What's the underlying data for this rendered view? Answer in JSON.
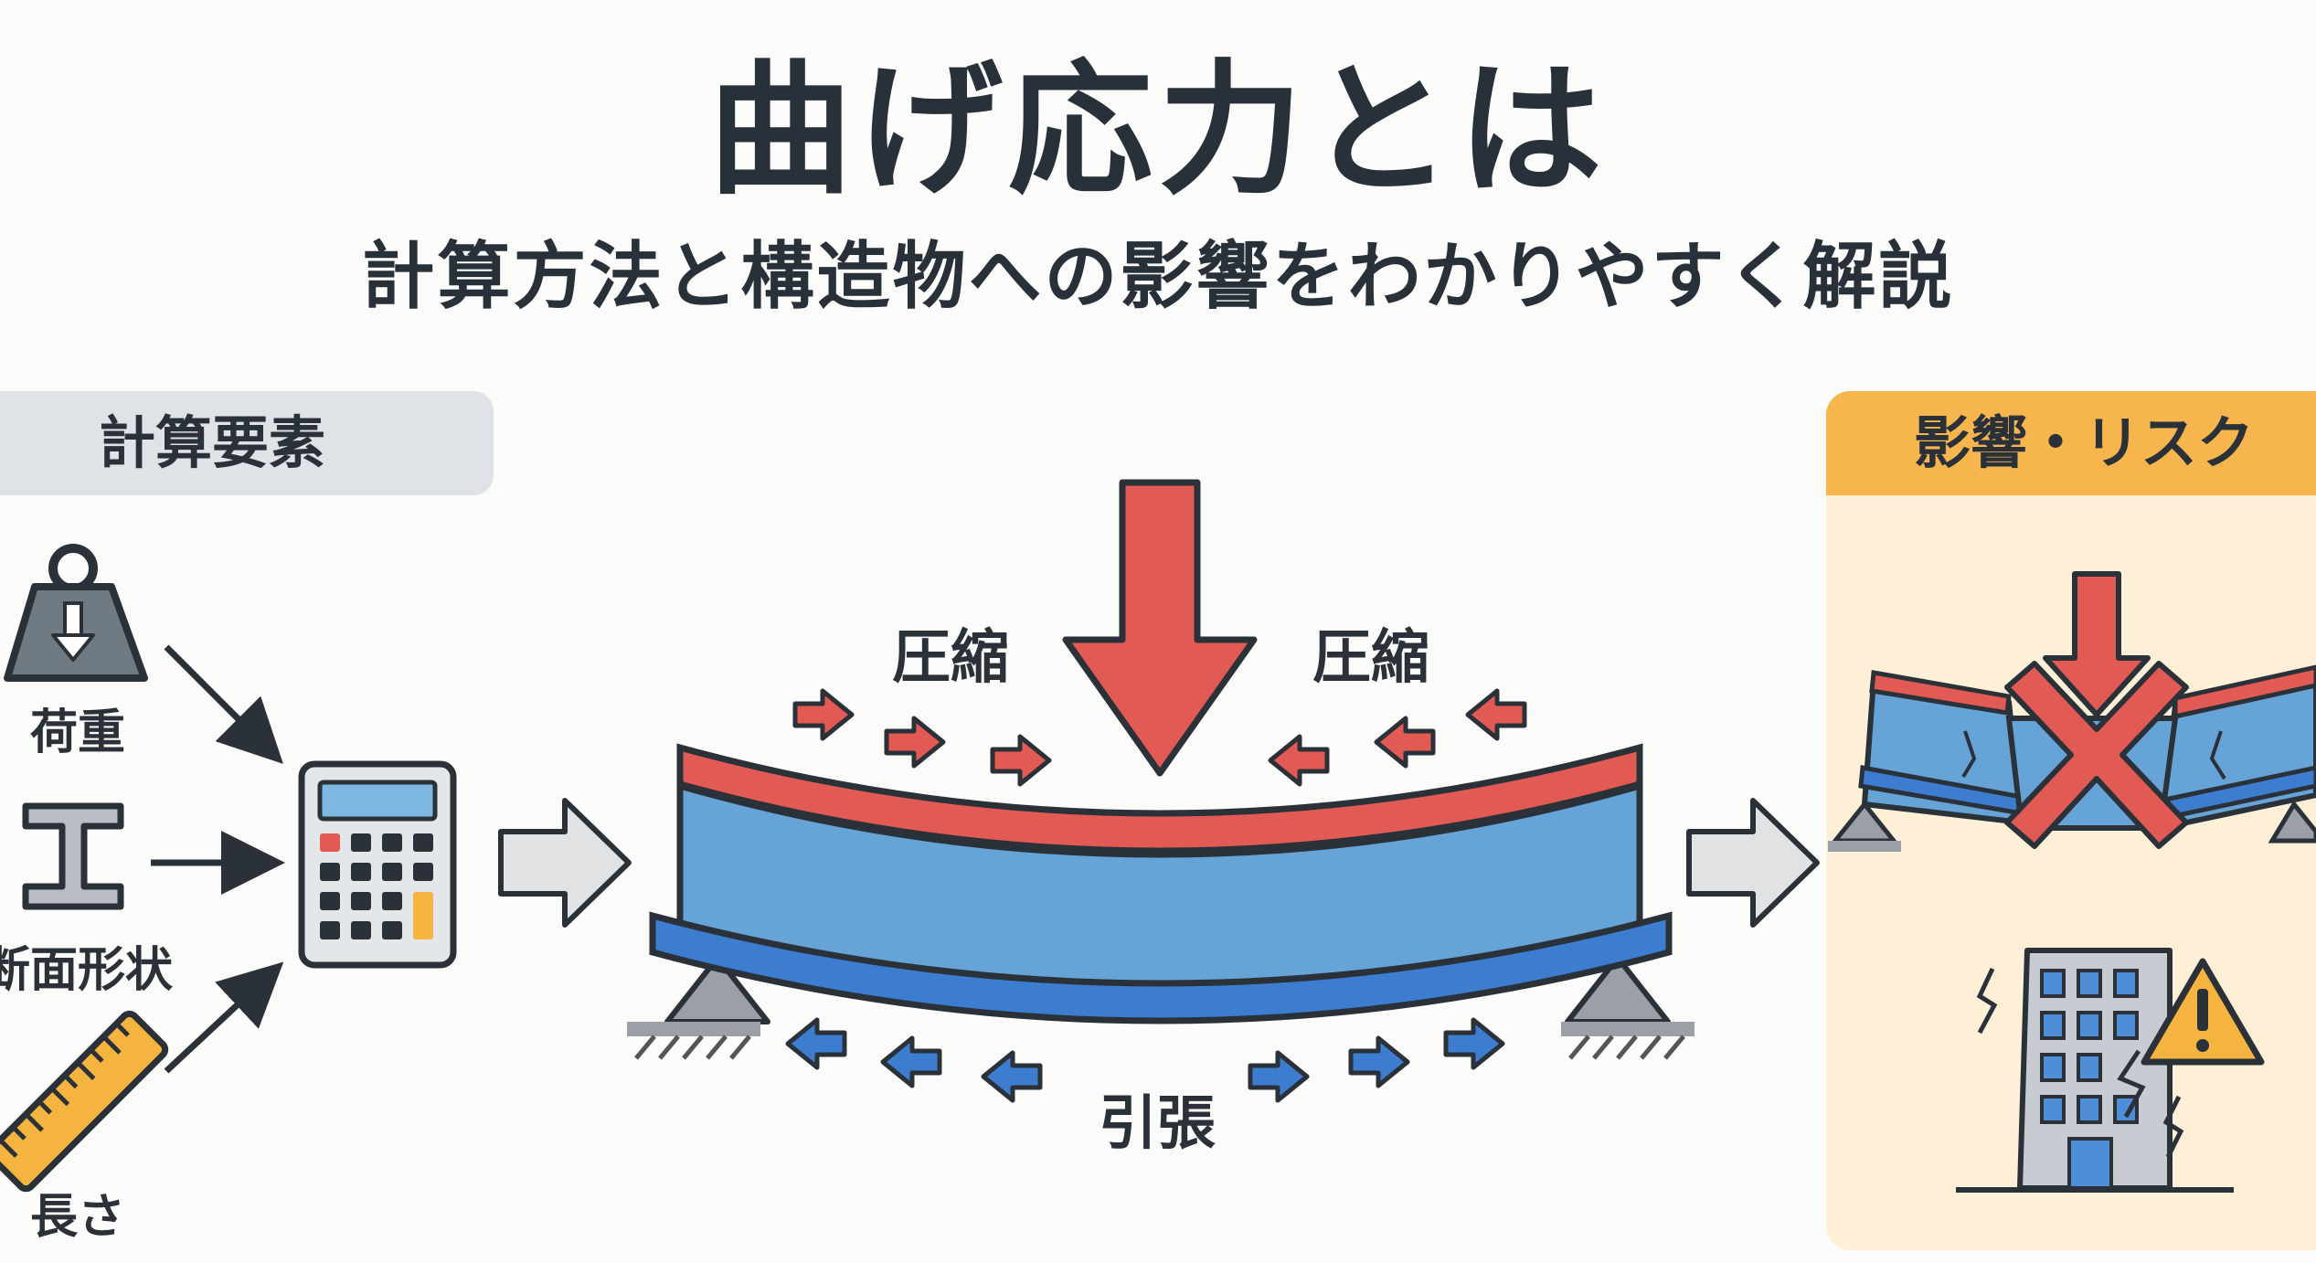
{
  "title": "曲げ応力とは",
  "subtitle": "計算方法と構造物への影響をわかりやすく解説",
  "left_panel": {
    "header": "計算要素",
    "items": [
      {
        "label": "荷重",
        "icon": "weight-icon"
      },
      {
        "label": "断面形状",
        "icon": "i-beam-icon"
      },
      {
        "label": "長さ",
        "icon": "ruler-icon"
      }
    ]
  },
  "center": {
    "compression_left": "圧縮",
    "compression_right": "圧縮",
    "tension": "引張"
  },
  "right_panel": {
    "header": "影響・リスク"
  },
  "colors": {
    "red": "#e25a54",
    "blue": "#3d7dd0",
    "beam_blue": "#66a4d8",
    "gray": "#9aa0a6",
    "orange": "#f7b54e",
    "panel_bg": "#fdf0d6"
  }
}
